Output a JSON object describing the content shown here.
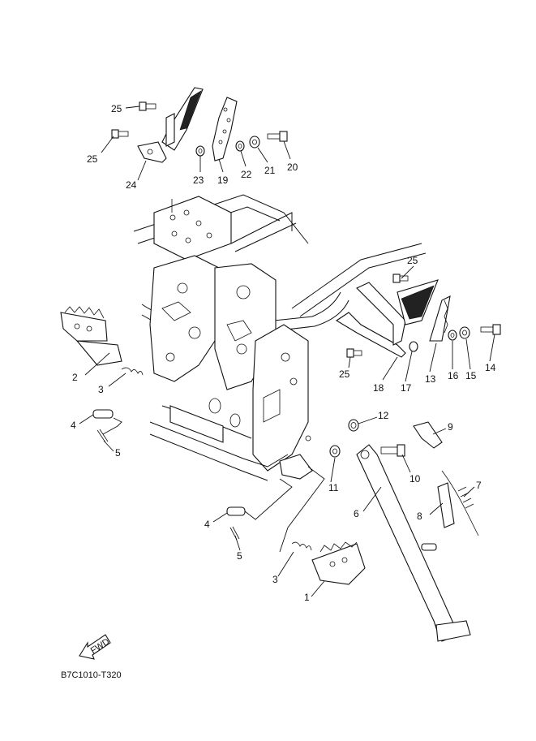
{
  "diagram_code": "B7C1010-T320",
  "fwd_label": "FWD",
  "callouts": {
    "c1": "1",
    "c2": "2",
    "c3a": "3",
    "c3b": "3",
    "c4a": "4",
    "c4b": "4",
    "c5a": "5",
    "c5b": "5",
    "c6": "6",
    "c7": "7",
    "c8": "8",
    "c9": "9",
    "c10": "10",
    "c11": "11",
    "c12": "12",
    "c13": "13",
    "c14": "14",
    "c15": "15",
    "c16": "16",
    "c17": "17",
    "c18": "18",
    "c19": "19",
    "c20": "20",
    "c21": "21",
    "c22": "22",
    "c23": "23",
    "c24": "24",
    "c25a": "25",
    "c25b": "25",
    "c25c": "25",
    "c25d": "25"
  }
}
